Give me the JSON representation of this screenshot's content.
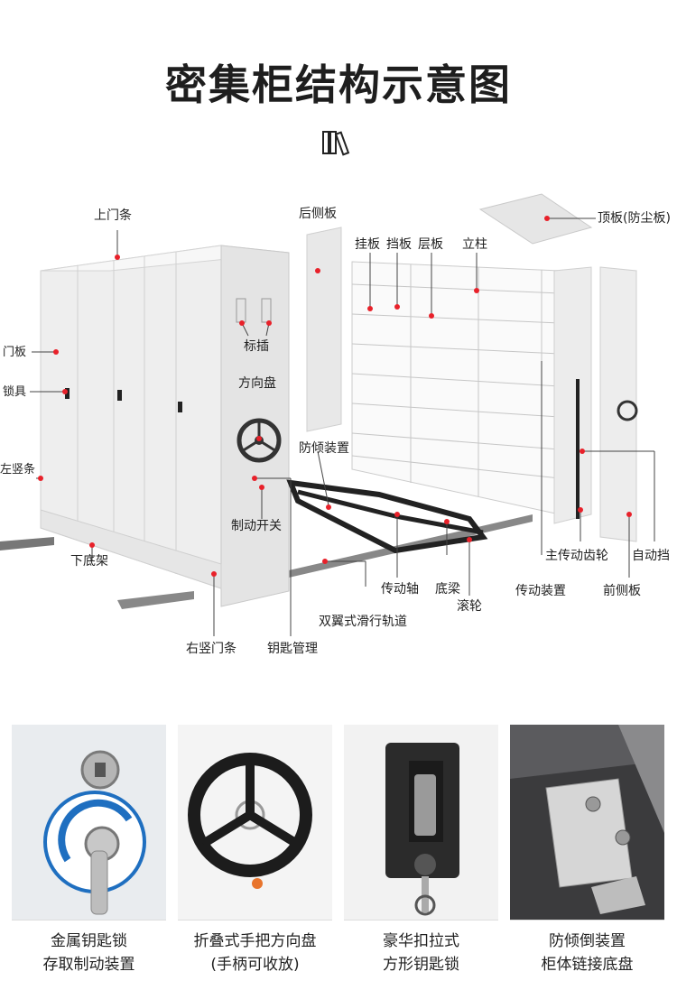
{
  "title": "密集柜结构示意图",
  "icon": "books-icon",
  "labels": {
    "top_door": "上门条",
    "rear_side_panel": "后侧板",
    "top_plate": "顶板(防尘板)",
    "hang_plate": "挂板",
    "baffle": "挡板",
    "shelf": "层板",
    "column": "立柱",
    "door_panel": "门板",
    "label_slot": "标插",
    "lock": "锁具",
    "steering_wheel": "方向盘",
    "left_vertical_strip": "左竖条",
    "anti_tilt": "防倾装置",
    "brake_switch": "制动开关",
    "lower_base": "下底架",
    "transmission_shaft": "传动轴",
    "bottom_beam": "底梁",
    "roller": "滚轮",
    "main_gear": "主传动齿轮",
    "auto_stop": "自动挡",
    "transmission_device": "传动装置",
    "front_side_panel": "前侧板",
    "double_track": "双翼式滑行轨道",
    "right_vertical_strip": "右竖门条",
    "key_management": "钥匙管理"
  },
  "features": [
    {
      "line1": "金属钥匙锁",
      "line2": "存取制动装置"
    },
    {
      "line1": "折叠式手把方向盘",
      "line2": "(手柄可收放)"
    },
    {
      "line1": "豪华扣拉式",
      "line2": "方形钥匙锁"
    },
    {
      "line1": "防倾倒装置",
      "line2": "柜体链接底盘"
    }
  ]
}
